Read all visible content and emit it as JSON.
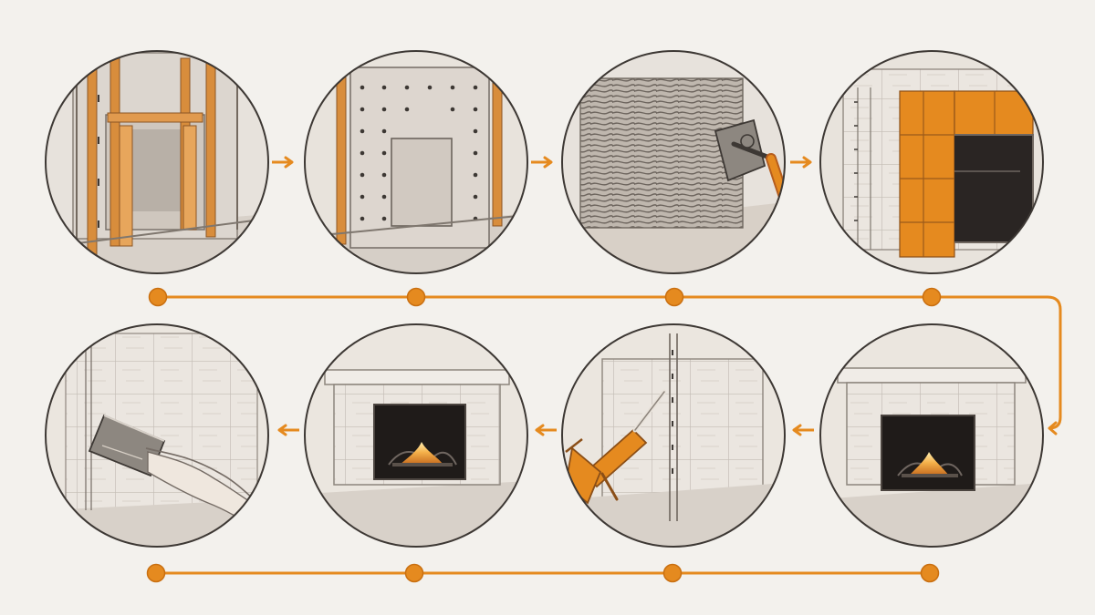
{
  "palette": {
    "background": "#f3f1ed",
    "accent": "#e58a1f",
    "outline": "#3d3834",
    "stone_light": "#e7e2dc",
    "stone_mid": "#cfc7be",
    "stone_dark": "#7f776f",
    "wood": "#d88d3c",
    "cement": "#d8d1c9",
    "grout": "#b8b1a8",
    "firebox": "#211e1c",
    "flame": "#f3b24b",
    "skin": "#d9cbbf"
  },
  "steps": [
    {
      "id": 1,
      "scene": "framing",
      "description_icon": "wood-frame-icon"
    },
    {
      "id": 2,
      "scene": "backer-board",
      "description_icon": "board-icon"
    },
    {
      "id": 3,
      "scene": "mortar-trowel",
      "description_icon": "trowel-icon"
    },
    {
      "id": 4,
      "scene": "orange-membrane",
      "description_icon": "membrane-icon"
    },
    {
      "id": 5,
      "scene": "grout-float",
      "description_icon": "grout-float-icon"
    },
    {
      "id": 6,
      "scene": "finished-fireplace",
      "description_icon": "fireplace-icon"
    },
    {
      "id": 7,
      "scene": "caulk-gun",
      "description_icon": "caulk-gun-icon"
    },
    {
      "id": 8,
      "scene": "finished-fireplace-2",
      "description_icon": "fireplace-icon"
    }
  ],
  "flow": [
    {
      "from": 1,
      "to": 2
    },
    {
      "from": 2,
      "to": 3
    },
    {
      "from": 3,
      "to": 4
    },
    {
      "from": 4,
      "to": 8
    },
    {
      "from": 8,
      "to": 7
    },
    {
      "from": 7,
      "to": 6
    },
    {
      "from": 6,
      "to": 5
    }
  ]
}
